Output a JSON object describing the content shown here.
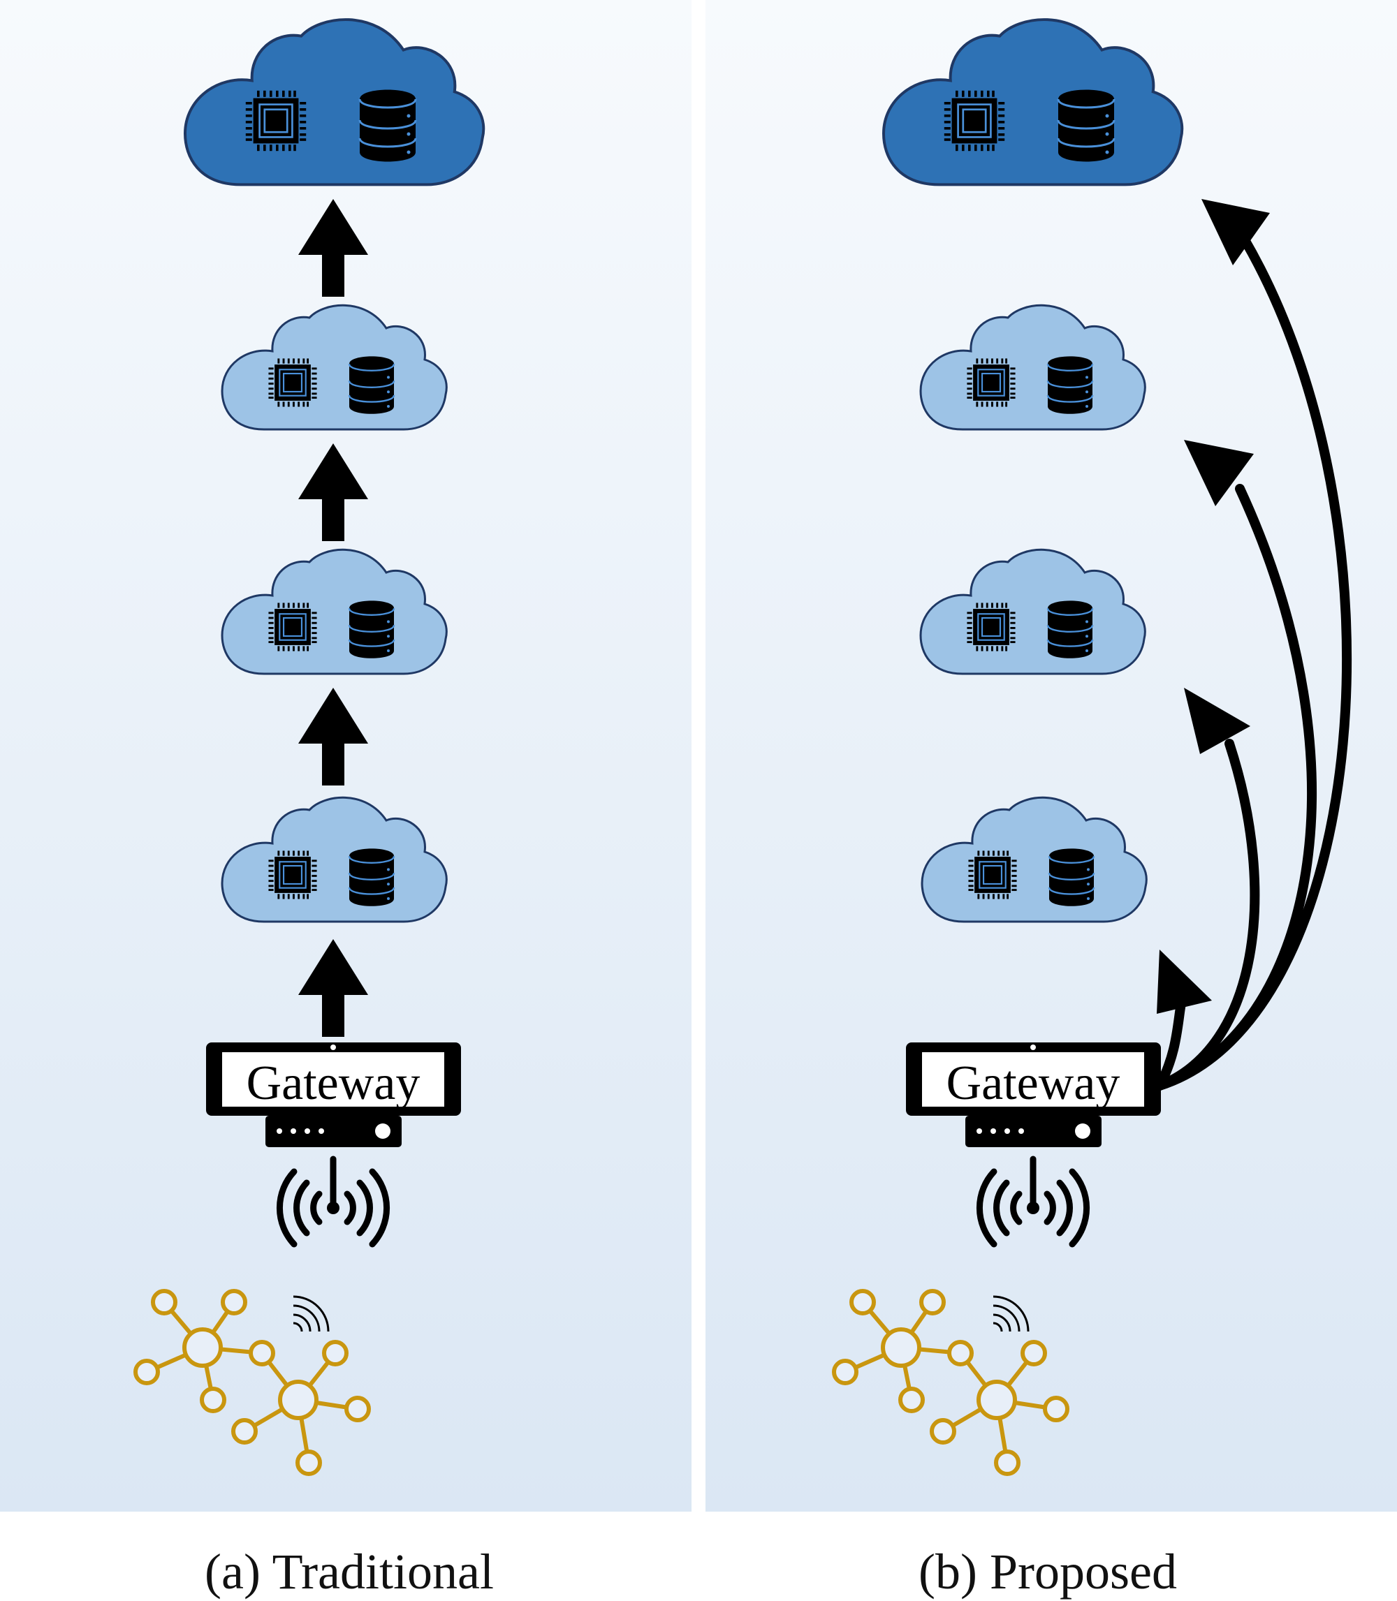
{
  "panels": [
    {
      "id": "a",
      "caption": "(a) Traditional",
      "gateway_label": "Gateway"
    },
    {
      "id": "b",
      "caption": "(b) Proposed",
      "gateway_label": "Gateway"
    }
  ],
  "colors": {
    "cloud_primary": "#2e72b5",
    "cloud_secondary": "#9dc3e6",
    "cloud_outline": "#1f3864",
    "arrow": "#000000",
    "sensor_network": "#c9960f",
    "panel_bg_top": "#f7fafd",
    "panel_bg_bottom": "#dbe7f4"
  },
  "icons": [
    "cpu-chip-icon",
    "database-icon",
    "gateway-router-icon",
    "antenna-icon",
    "wireless-signal-icon",
    "sensor-network-icon"
  ]
}
